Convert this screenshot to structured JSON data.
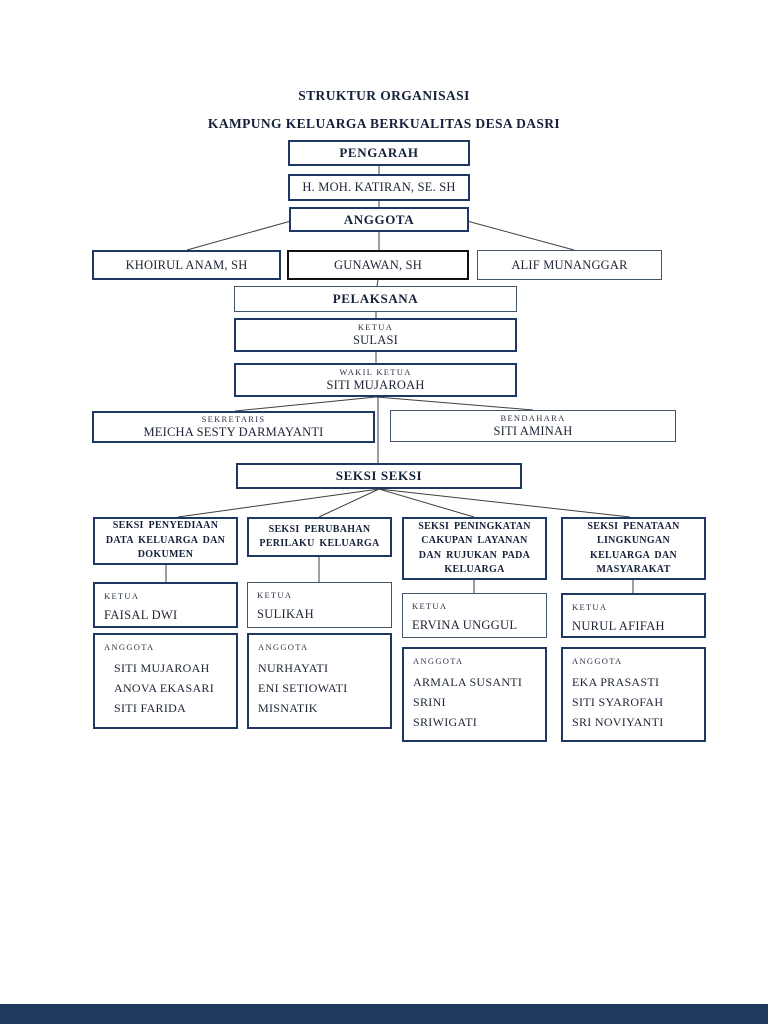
{
  "title": "STRUKTUR ORGANISASI",
  "subtitle": "KAMPUNG KELUARGA BERKUALITAS DESA DASRI",
  "org": {
    "pengarah_label": "PENGARAH",
    "pengarah_name": "H. MOH. KATIRAN, SE. SH",
    "anggota_label": "ANGGOTA",
    "anggota_members": [
      "KHOIRUL ANAM, SH",
      "GUNAWAN, SH",
      "ALIF MUNANGGAR"
    ],
    "pelaksana_label": "PELAKSANA",
    "ketua": {
      "label": "KETUA",
      "name": "SULASI"
    },
    "wakil_ketua": {
      "label": "WAKIL KETUA",
      "name": "SITI MUJAROAH"
    },
    "sekretaris": {
      "label": "SEKRETARIS",
      "name": "MEICHA SESTY DARMAYANTI"
    },
    "bendahara": {
      "label": "BENDAHARA",
      "name": "SITI AMINAH"
    },
    "seksi_seksi_label": "SEKSI SEKSI",
    "seksi": [
      {
        "title": "SEKSI PENYEDIAAN DATA KELUARGA DAN DOKUMEN",
        "ketua_label": "KETUA",
        "ketua_name": "FAISAL DWI",
        "anggota_label": "ANGGOTA",
        "anggota": [
          "SITI MUJAROAH",
          "ANOVA EKASARI",
          "SITI FARIDA"
        ]
      },
      {
        "title": "SEKSI PERUBAHAN PERILAKU KELUARGA",
        "ketua_label": "KETUA",
        "ketua_name": "SULIKAH",
        "anggota_label": "ANGGOTA",
        "anggota": [
          "NURHAYATI",
          "ENI SETIOWATI",
          "MISNATIK"
        ]
      },
      {
        "title": "SEKSI PENINGKATAN CAKUPAN LAYANAN DAN RUJUKAN PADA KELUARGA",
        "ketua_label": "KETUA",
        "ketua_name": "ERVINA UNGGUL",
        "anggota_label": "ANGGOTA",
        "anggota": [
          "ARMALA SUSANTI",
          "SRINI",
          "SRIWIGATI"
        ]
      },
      {
        "title": "SEKSI PENATAAN LINGKUNGAN KELUARGA DAN MASYARAKAT",
        "ketua_label": "KETUA",
        "ketua_name": "NURUL AFIFAH",
        "anggota_label": "ANGGOTA",
        "anggota": [
          "EKA PRASASTI",
          "SITI SYAROFAH",
          "SRI NOVIYANTI"
        ]
      }
    ]
  },
  "colors": {
    "border_navy": "#1f3864",
    "border_black": "#101010",
    "text": "#1c2433",
    "footer_bar": "#1f3a5c"
  }
}
